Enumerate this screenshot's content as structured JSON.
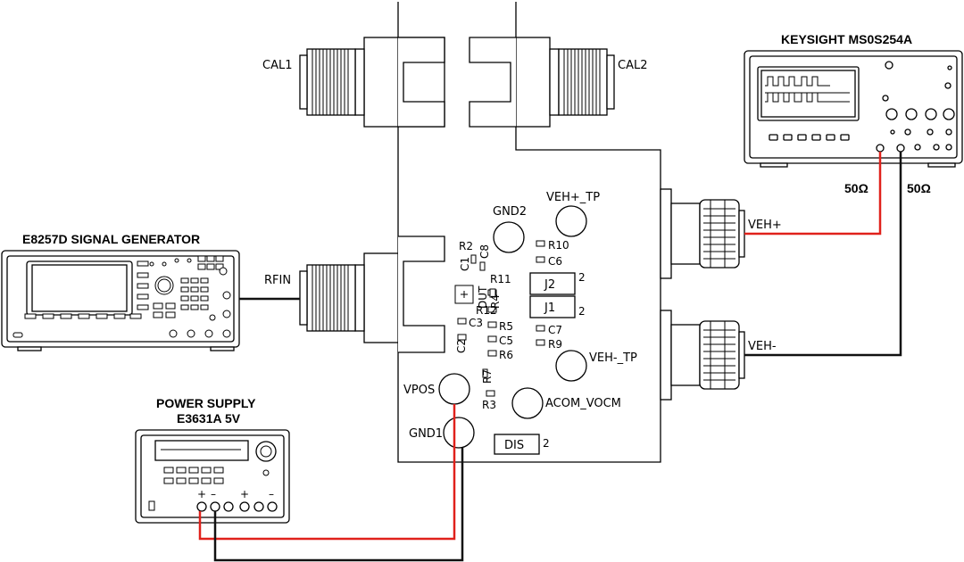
{
  "devices": {
    "oscilloscope": "KEYSIGHT MS0S254A",
    "signal_generator": "E8257D SIGNAL GENERATOR",
    "power_supply_line1": "POWER SUPPLY",
    "power_supply_line2": "E3631A 5V"
  },
  "connectors": {
    "cal1": "CAL1",
    "cal2": "CAL2",
    "rfin": "RFIN",
    "veh_plus": "VEH+",
    "veh_minus": "VEH-"
  },
  "impedance": {
    "left": "50Ω",
    "right": "50Ω"
  },
  "test_points": {
    "gnd2": "GND2",
    "veh_plus_tp": "VEH+_TP",
    "veh_minus_tp": "VEH-_TP",
    "acom_vocm": "ACOM_VOCM",
    "vpos": "VPOS",
    "gnd1": "GND1"
  },
  "components": {
    "r2": "R2",
    "c1": "C1",
    "c8": "C8",
    "r10": "R10",
    "c6": "C6",
    "r11": "R11",
    "dut": "DUT",
    "r12": "R12",
    "r4": "R4",
    "c3": "C3",
    "r5": "R5",
    "c2": "C2",
    "c5": "C5",
    "r6": "R6",
    "r7": "R7",
    "r3": "R3",
    "c7": "C7",
    "r9": "R9"
  },
  "jumpers": {
    "j2": "J2",
    "j1": "J1",
    "j2_pin": "2",
    "j1_pin": "2",
    "dis": "DIS",
    "dis_pin": "2",
    "j2_side": "2"
  },
  "psu_terminals": {
    "plus1": "+",
    "minus1": "–",
    "plus2": "+",
    "minus2": "–"
  },
  "colors": {
    "red_wire": "#e0211b",
    "black_wire": "#111111"
  }
}
